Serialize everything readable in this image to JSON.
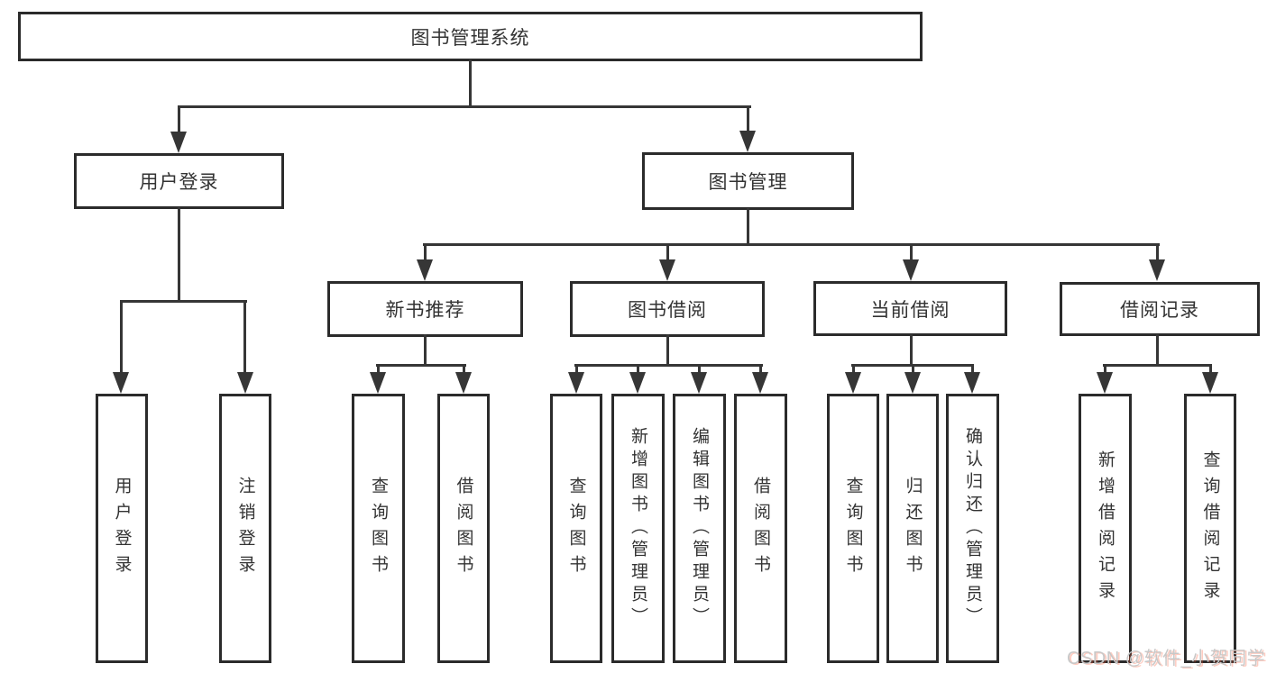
{
  "tree": {
    "root": {
      "label": "图书管理系统"
    },
    "children": [
      {
        "label": "用户登录",
        "children": [
          {
            "label": "用户登录"
          },
          {
            "label": "注销登录"
          }
        ]
      },
      {
        "label": "图书管理",
        "children": [
          {
            "label": "新书推荐",
            "children": [
              {
                "label": "查询图书"
              },
              {
                "label": "借阅图书"
              }
            ]
          },
          {
            "label": "图书借阅",
            "children": [
              {
                "label": "查询图书"
              },
              {
                "label": "新增图书（管理员）"
              },
              {
                "label": "编辑图书（管理员）"
              },
              {
                "label": "借阅图书"
              }
            ]
          },
          {
            "label": "当前借阅",
            "children": [
              {
                "label": "查询图书"
              },
              {
                "label": "归还图书"
              },
              {
                "label": "确认归还（管理员）"
              }
            ]
          },
          {
            "label": "借阅记录",
            "children": [
              {
                "label": "新增借阅记录"
              },
              {
                "label": "查询借阅记录"
              }
            ]
          }
        ]
      }
    ]
  },
  "watermark": {
    "text": "CSDN @软件_小贺同学"
  },
  "colors": {
    "line": "#363636",
    "box_border": "#2b2b2b",
    "text": "#333333",
    "watermark": "#c8c8c8",
    "watermark_accent": "#fc5531"
  }
}
